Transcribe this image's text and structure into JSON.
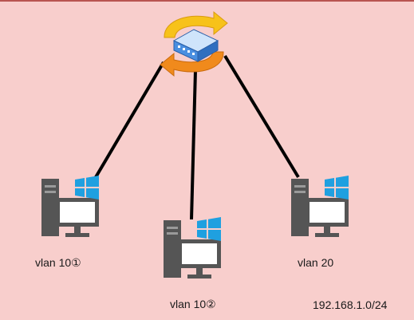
{
  "labels": {
    "pc1": "vlan 10①",
    "pc2": "vlan 10②",
    "pc3": "vlan 20",
    "network": "192.168.1.0/24"
  },
  "colors": {
    "background": "#f8cecc",
    "border": "#b85450",
    "link": "#000000",
    "pc_body": "#555555",
    "windows_logo": "#1fa0e0",
    "switch_body": "#4a8fe0",
    "arrow_yellow": "#f7c21a",
    "arrow_orange": "#f08a1c"
  },
  "icons": {
    "switch": "layer3-switch-icon",
    "pc": "windows-pc-icon"
  }
}
